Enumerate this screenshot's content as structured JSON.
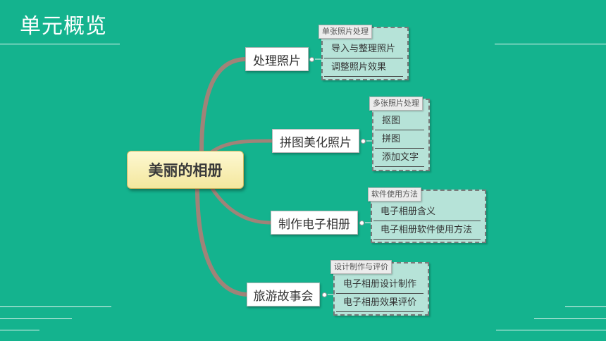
{
  "page_title": "单元概览",
  "root": "美丽的相册",
  "branches": [
    {
      "label": "处理照片",
      "group_title": "单张照片处理",
      "items": [
        "导入与整理照片",
        "调整照片效果"
      ]
    },
    {
      "label": "拼图美化照片",
      "group_title": "多张照片处理",
      "items": [
        "抠图",
        "拼图",
        "添加文字"
      ]
    },
    {
      "label": "制作电子相册",
      "group_title": "软件使用方法",
      "items": [
        "电子相册含义",
        "电子相册软件使用方法"
      ]
    },
    {
      "label": "旅游故事会",
      "group_title": "设计制作与评价",
      "items": [
        "电子相册设计制作",
        "电子相册效果评价"
      ]
    }
  ],
  "colors": {
    "background": "#14b38e",
    "root_fill": "#f7eba8",
    "group_fill": "#b6e3d8",
    "connector": "#a08378"
  }
}
